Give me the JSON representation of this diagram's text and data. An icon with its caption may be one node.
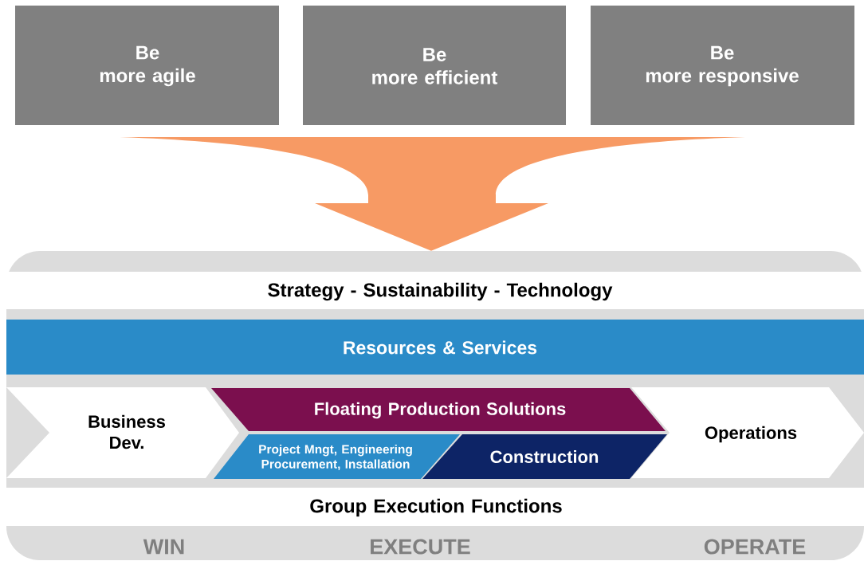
{
  "diagram": {
    "nodes": [
      {
        "text": [
          "Be",
          "more agile"
        ]
      },
      {
        "text": [
          "Be",
          "more efficient"
        ]
      },
      {
        "text": [
          "Be",
          "more responsive"
        ]
      },
      {
        "text": [
          "WIN",
          "EXECUTE",
          "OPERATE"
        ]
      },
      {
        "text": [
          "Strategy - Sustainability - Technology"
        ],
        "in": 3
      },
      {
        "text": [
          "Resources & Services"
        ],
        "in": 3
      },
      {
        "text": [
          "Business Dev."
        ],
        "in": 3
      },
      {
        "text": [
          "Floating Production Solutions"
        ],
        "in": 3
      },
      {
        "text": [
          "Project Mngt, Engineering Procurement, Installation"
        ],
        "in": 3
      },
      {
        "text": [
          "Construction"
        ],
        "in": 3
      },
      {
        "text": [
          "Operations"
        ],
        "in": 3
      },
      {
        "text": [
          "Group Execution Functions"
        ],
        "in": 3
      }
    ],
    "edges": [
      {
        "from": 0,
        "to": 3,
        "arrow": "to",
        "color": "#f79a64"
      },
      {
        "from": 1,
        "to": 3,
        "arrow": "to",
        "color": "#f79a64"
      },
      {
        "from": 2,
        "to": 3,
        "arrow": "to",
        "color": "#f79a64"
      }
    ]
  }
}
